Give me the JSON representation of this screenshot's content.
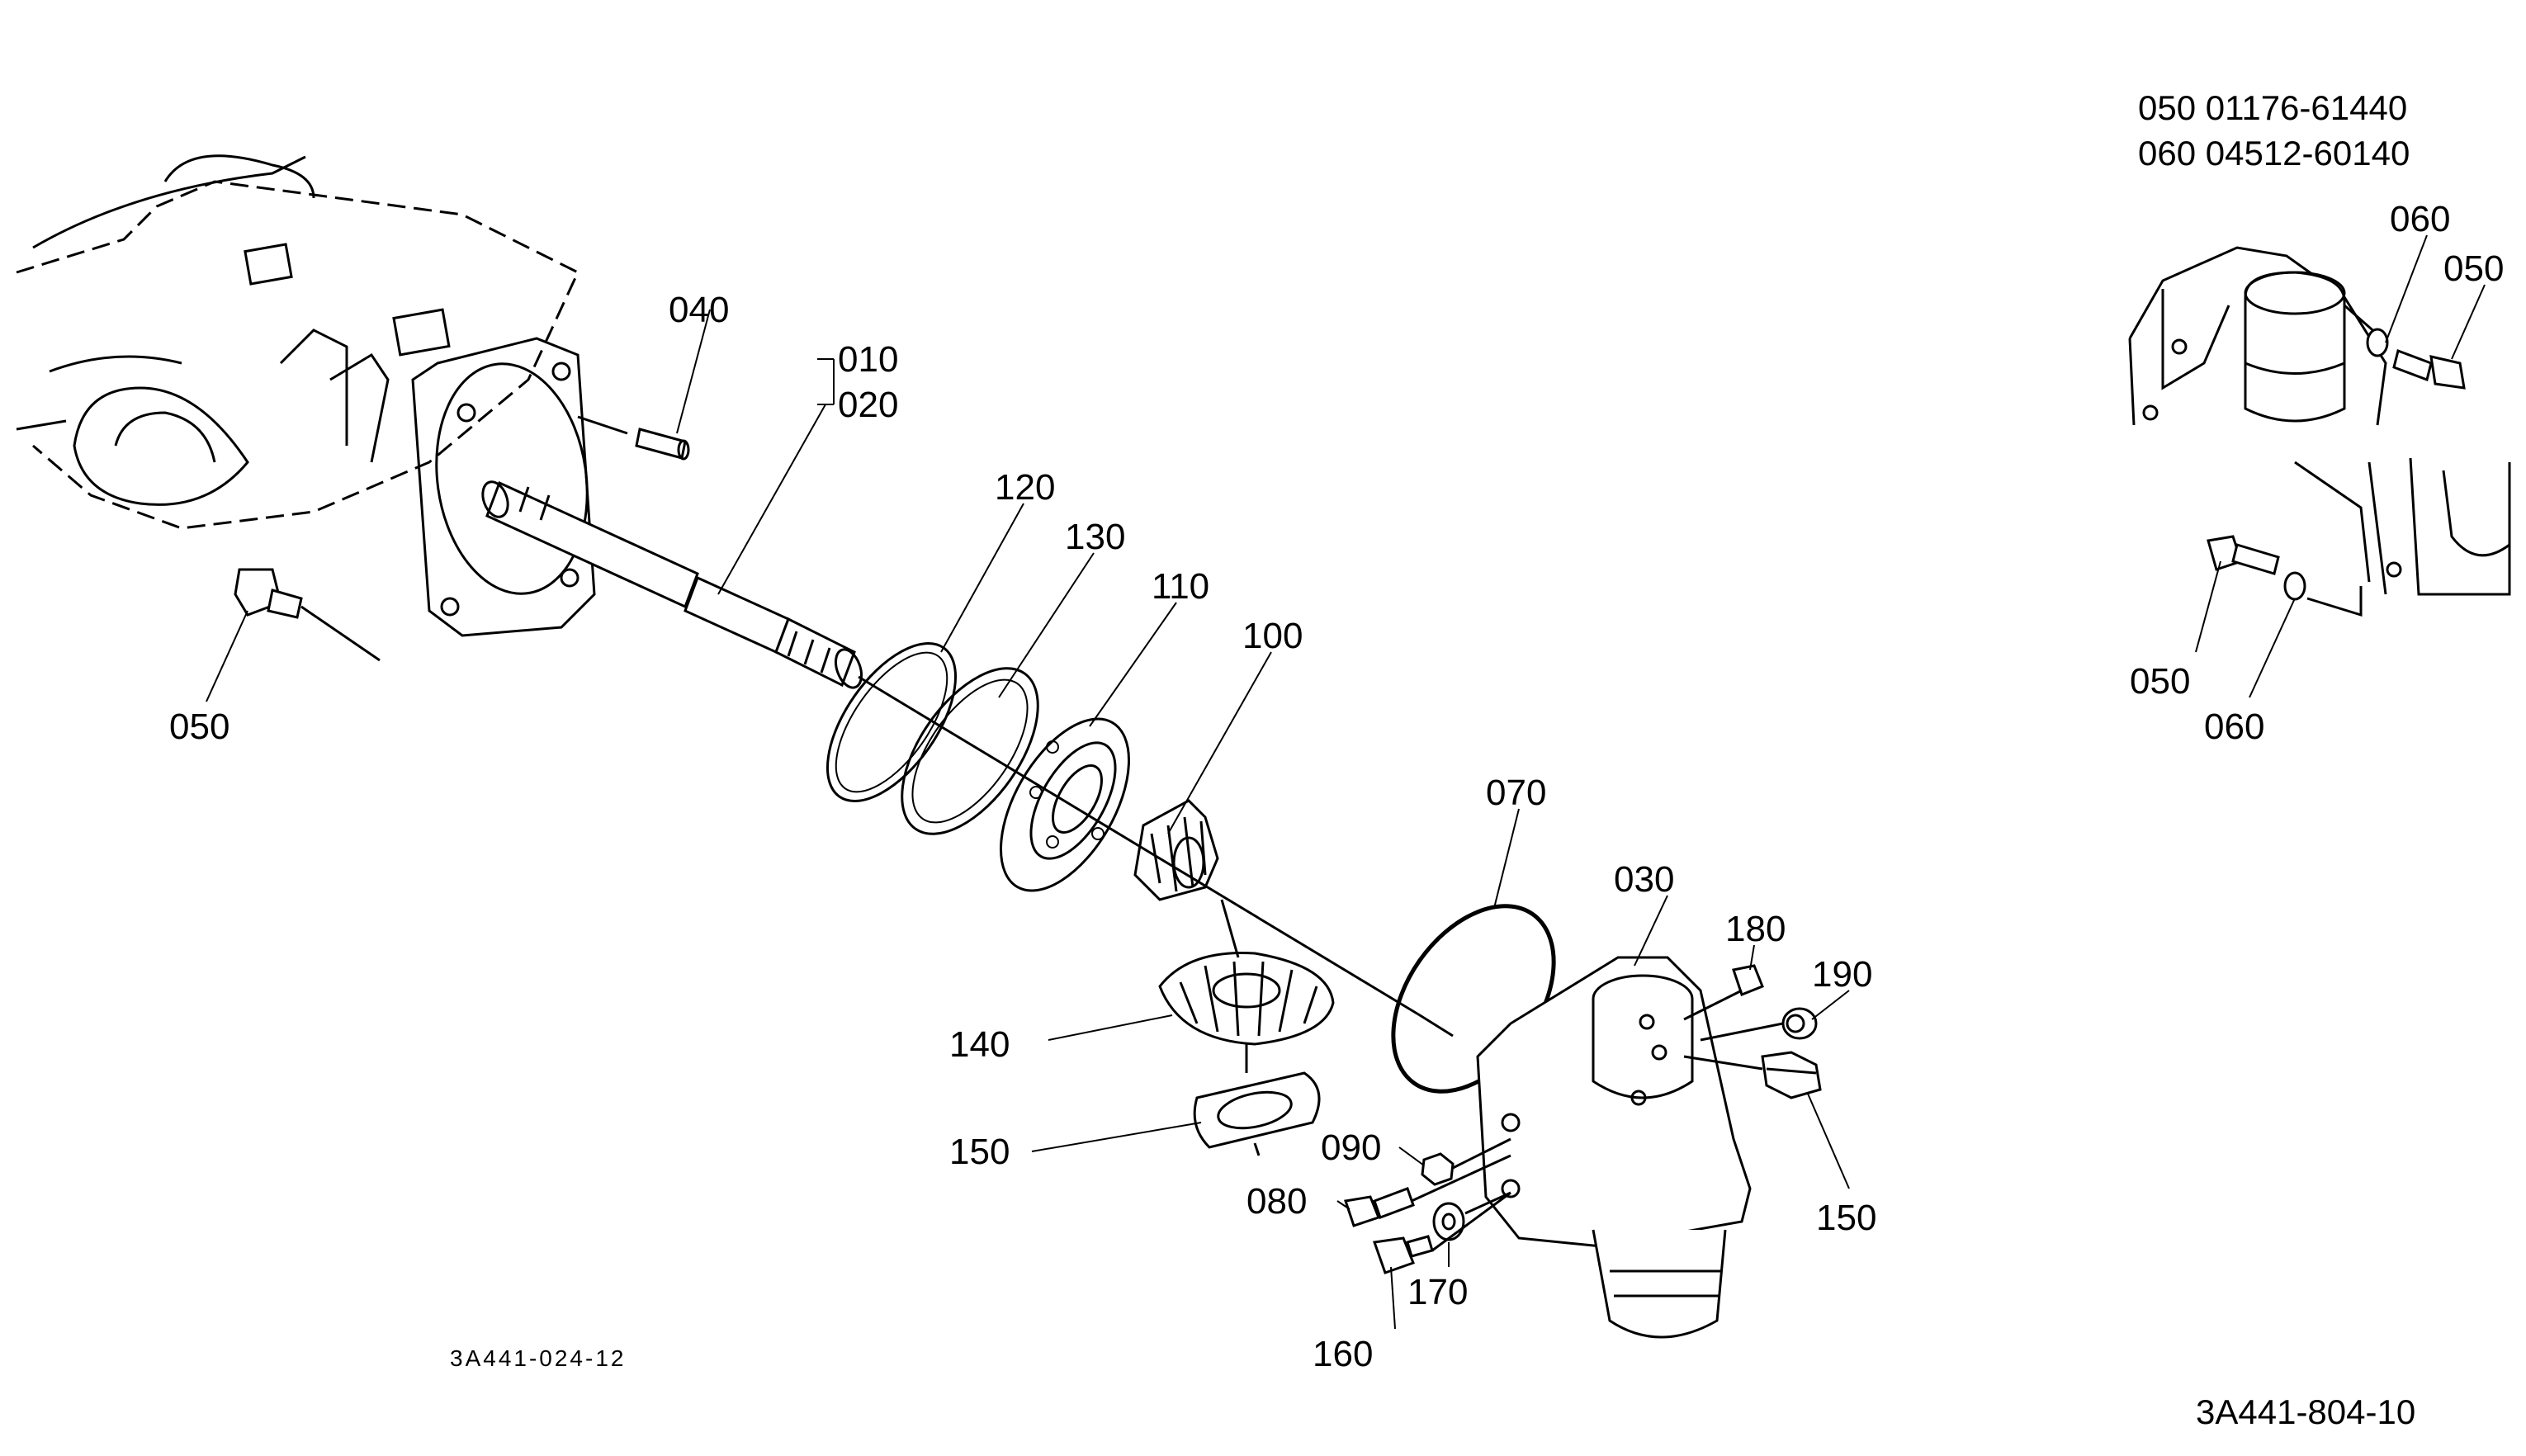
{
  "callouts": {
    "p010": "010",
    "p020": "020",
    "p030": "030",
    "p040": "040",
    "p050_main": "050",
    "p050_inset_top": "050",
    "p050_inset_bottom": "050",
    "p060_inset_top": "060",
    "p060_inset_bottom": "060",
    "p070": "070",
    "p080": "080",
    "p090": "090",
    "p100": "100",
    "p110": "110",
    "p120": "120",
    "p130": "130",
    "p140": "140",
    "p150_left": "150",
    "p150_right": "150",
    "p160": "160",
    "p170": "170",
    "p180": "180",
    "p190": "190"
  },
  "substitutions": [
    "050 01176-61440",
    "060 04512-60140"
  ],
  "drawing_codes": {
    "sub_drawing": "3A441-024-12",
    "main_drawing": "3A441-804-10"
  }
}
